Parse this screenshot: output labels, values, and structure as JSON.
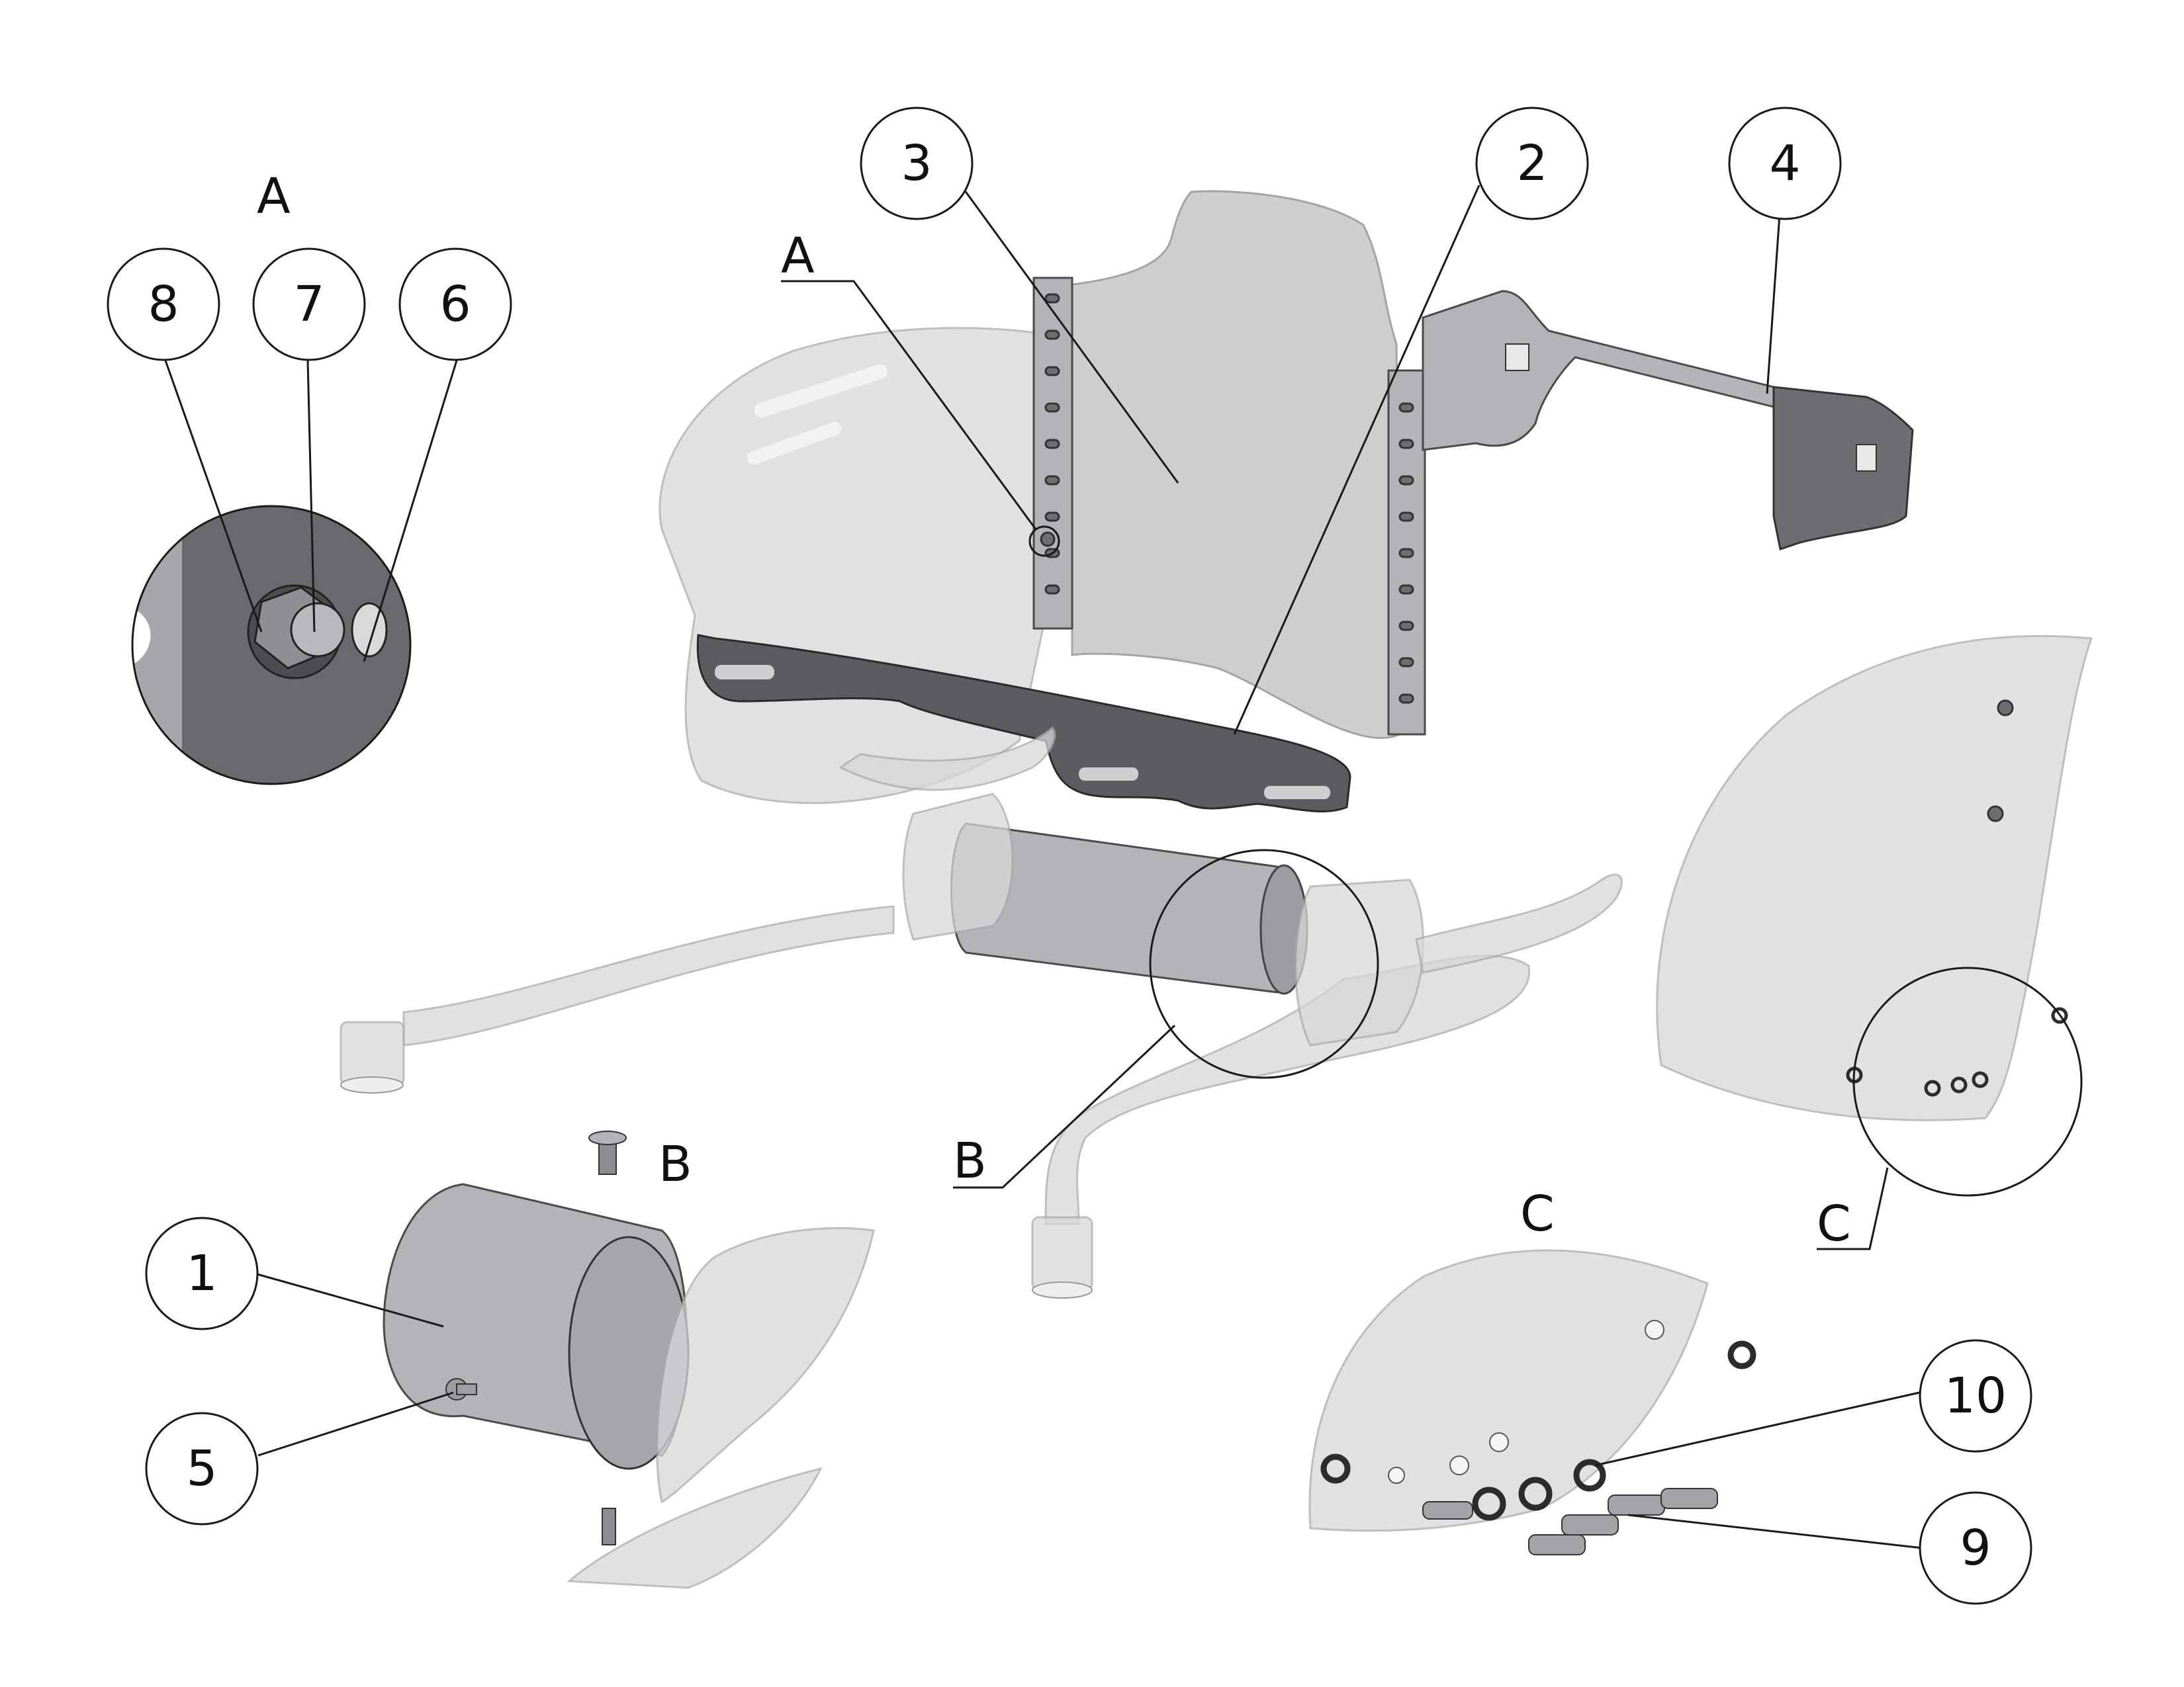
{
  "callouts": [
    {
      "id": "1",
      "label": "1"
    },
    {
      "id": "2",
      "label": "2"
    },
    {
      "id": "3",
      "label": "3"
    },
    {
      "id": "4",
      "label": "4"
    },
    {
      "id": "5",
      "label": "5"
    },
    {
      "id": "6",
      "label": "6"
    },
    {
      "id": "7",
      "label": "7"
    },
    {
      "id": "8",
      "label": "8"
    },
    {
      "id": "9",
      "label": "9"
    },
    {
      "id": "10",
      "label": "10"
    }
  ],
  "views": {
    "a_title": "A",
    "a_marker": "A",
    "b_title": "B",
    "b_marker": "B",
    "c_title": "C",
    "c_marker": "C"
  },
  "colors": {
    "line": "#1a1a1a",
    "part_gray": "#b4b4b8",
    "ghost_gray": "#d7d7da",
    "dark_gray": "#6e6e72"
  }
}
